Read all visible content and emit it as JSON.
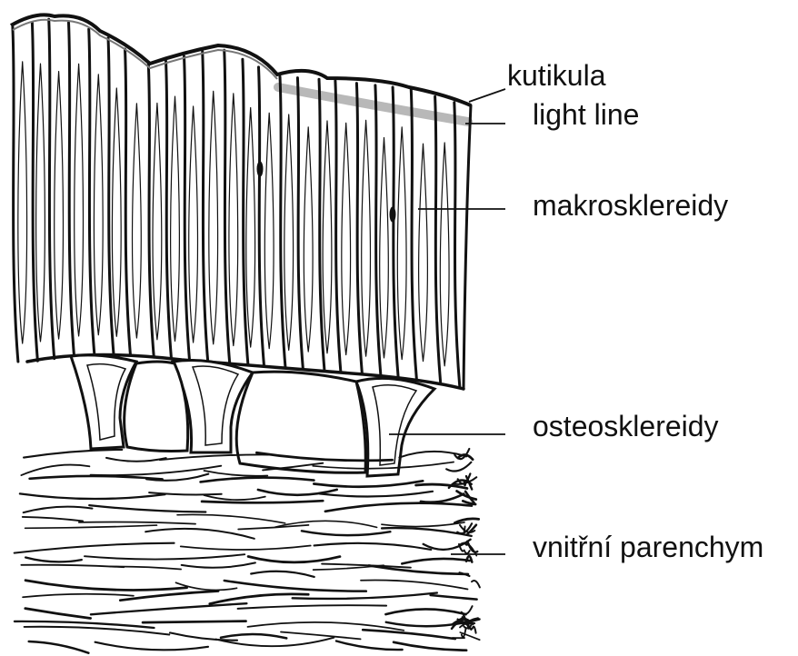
{
  "labels": {
    "kutikula": "kutikula",
    "light_line": "light line",
    "makrosklereidy": "makrosklereidy",
    "osteosklereidy": "osteosklereidy",
    "vnitrni_parenchym": "vnitřní parenchym"
  }
}
